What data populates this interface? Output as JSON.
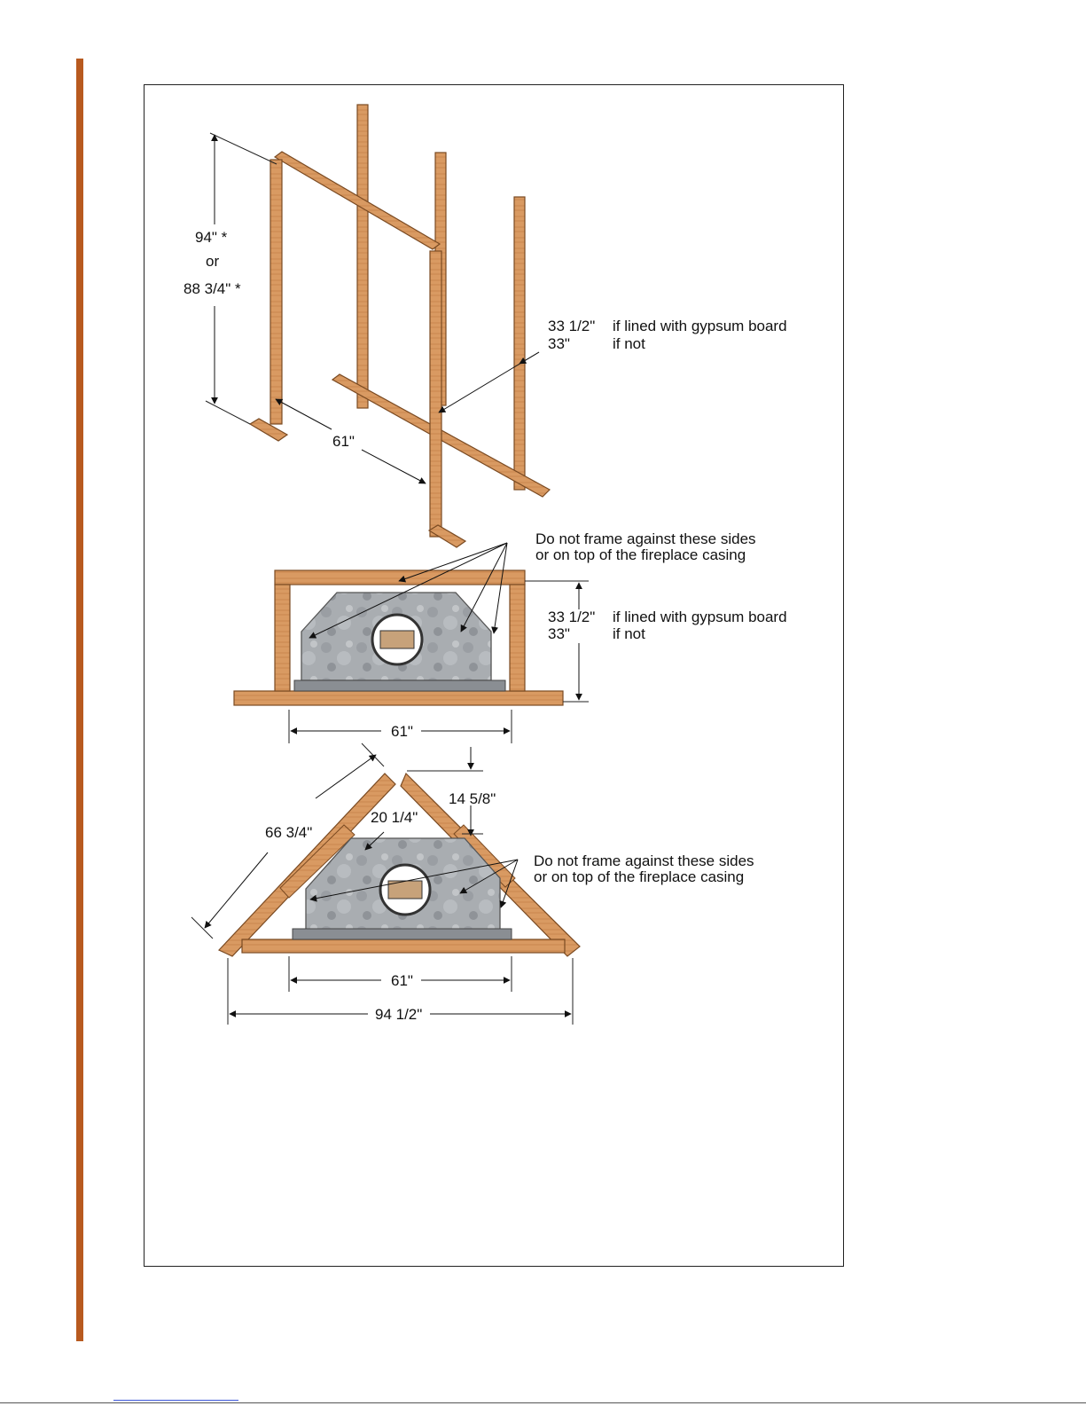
{
  "colors": {
    "page_bar": "#b85a1f",
    "wood": "#d99a62",
    "wood_dark": "#b4733c",
    "casing": "#a9adb1",
    "casing_dark": "#8a8e93",
    "window": "#ffffff",
    "log": "#c7a27a"
  },
  "top_view": {
    "height_line1": "94\" *",
    "height_or": "or",
    "height_line2": "88 3/4\" *",
    "depth_value_a": "33 1/2\"",
    "depth_note_a": "if lined with gypsum board",
    "depth_value_b": "33\"",
    "depth_note_b": "if not",
    "width": "61\""
  },
  "front_view": {
    "warning_line1": "Do not frame against these sides",
    "warning_line2": "or on top of the fireplace casing",
    "depth_value_a": "33 1/2\"",
    "depth_note_a": "if lined with gypsum board",
    "depth_value_b": "33\"",
    "depth_note_b": "if not",
    "width": "61\""
  },
  "corner_view": {
    "side_length": "66 3/4\"",
    "clearance_top": "14 5/8\"",
    "angle_leg": "20 1/4\"",
    "warning_line1": "Do not frame against these sides",
    "warning_line2": "or on top of the fireplace casing",
    "inner_width": "61\"",
    "outer_width": "94 1/2\""
  }
}
